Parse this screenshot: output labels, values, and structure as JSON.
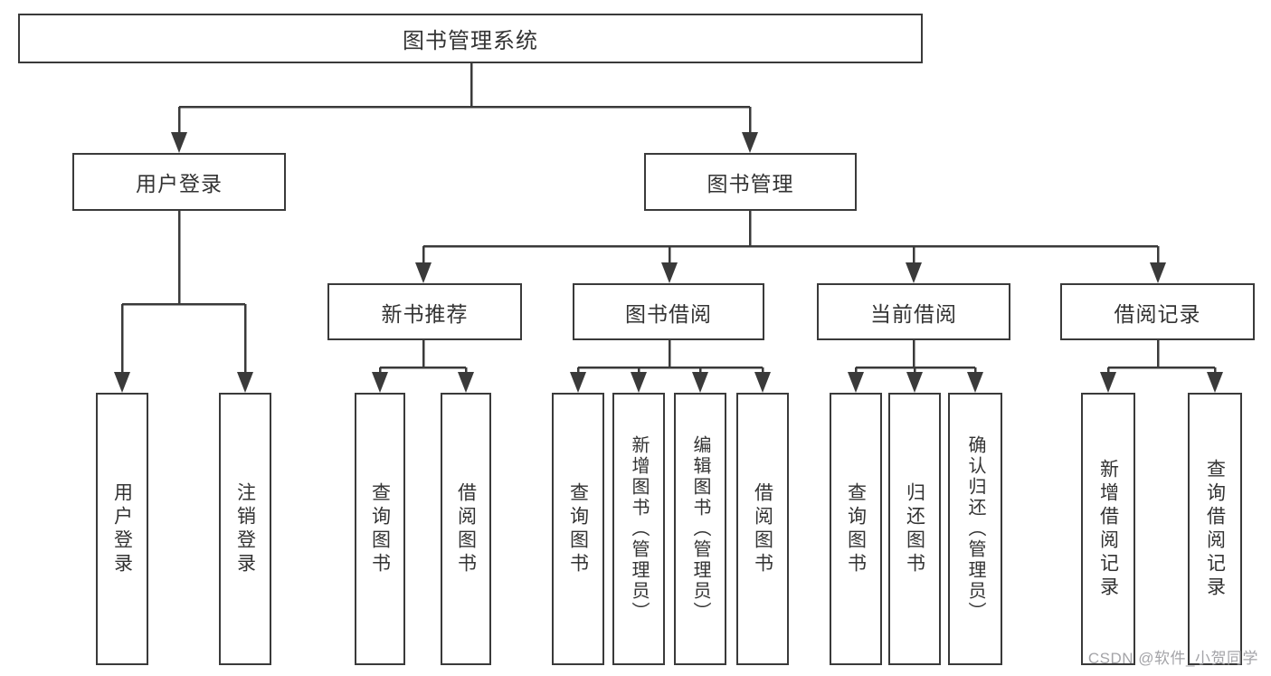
{
  "diagram_title": "图书管理系统",
  "colors": {
    "line": "#3a3a3a",
    "text": "#333333",
    "watermark": "#a4a4a8",
    "box_bg": "#ffffff",
    "background": "#ffffff"
  },
  "nodes": {
    "root": {
      "label": "图书管理系统"
    },
    "user_login": {
      "label": "用户登录"
    },
    "book_mgmt": {
      "label": "图书管理"
    },
    "new_book_rec": {
      "label": "新书推荐"
    },
    "book_borrow": {
      "label": "图书借阅"
    },
    "current_borrow": {
      "label": "当前借阅"
    },
    "borrow_record": {
      "label": "借阅记录"
    },
    "leaf_user_login": {
      "label": "用户登录"
    },
    "leaf_logout": {
      "label": "注销登录"
    },
    "leaf_ns_query": {
      "label": "查询图书"
    },
    "leaf_ns_borrow": {
      "label": "借阅图书"
    },
    "leaf_jy_query": {
      "label": "查询图书"
    },
    "leaf_jy_add": {
      "label": "新增图书（管理员）"
    },
    "leaf_jy_edit": {
      "label": "编辑图书（管理员）"
    },
    "leaf_jy_borrow": {
      "label": "借阅图书"
    },
    "leaf_dq_query": {
      "label": "查询图书"
    },
    "leaf_dq_return": {
      "label": "归还图书"
    },
    "leaf_dq_confirm": {
      "label": "确认归还（管理员）"
    },
    "leaf_jl_add": {
      "label": "新增借阅记录"
    },
    "leaf_jl_query": {
      "label": "查询借阅记录"
    }
  },
  "watermark": "CSDN @软件_小贺同学"
}
